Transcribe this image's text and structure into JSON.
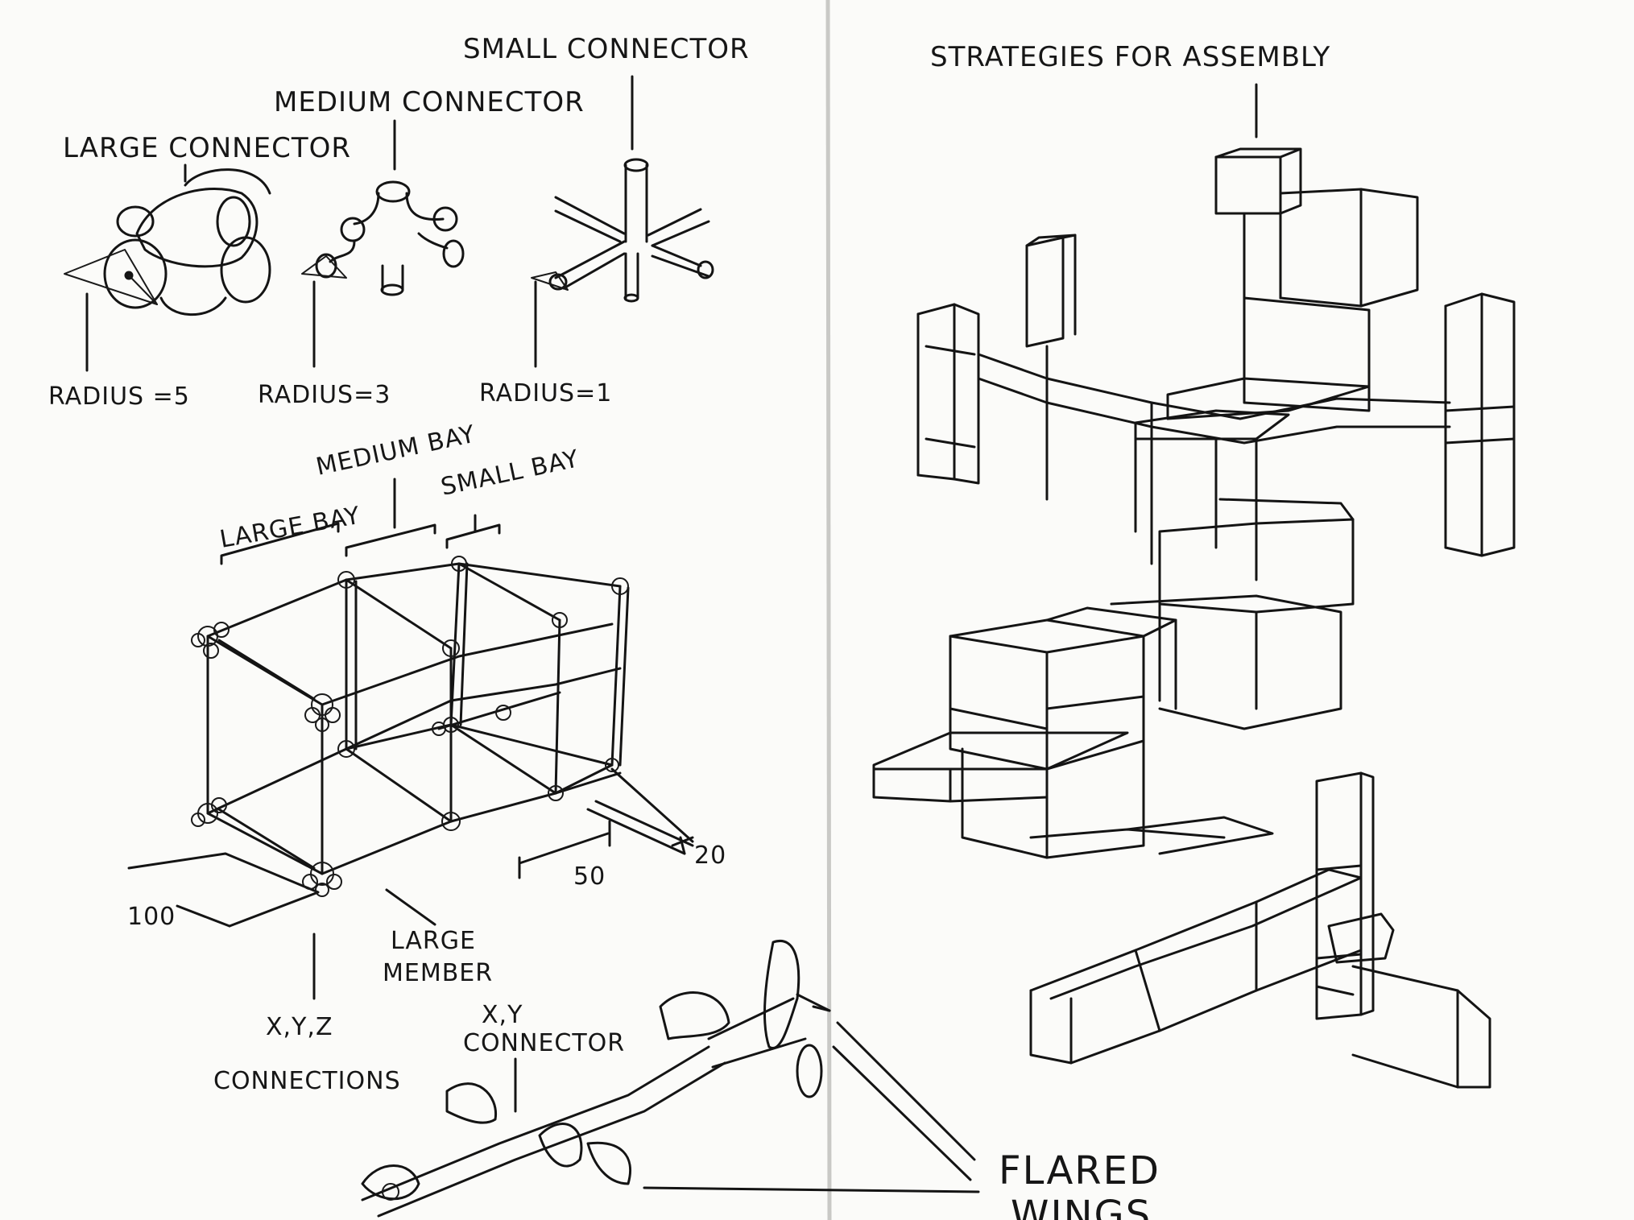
{
  "labels": {
    "small_connector": "SMALL CONNECTOR",
    "medium_connector": "MEDIUM CONNECTOR",
    "large_connector": "LARGE CONNECTOR",
    "radius_large": "RADIUS =5",
    "radius_medium": "RADIUS=3",
    "radius_small": "RADIUS=1",
    "medium_bay": "MEDIUM BAY",
    "small_bay": "SMALL BAY",
    "large_bay": "LARGE BAY",
    "dim_100": "100",
    "dim_50": "50",
    "dim_20": "20",
    "large_member_line1": "LARGE",
    "large_member_line2": "MEMBER",
    "xyz_line1": "X,Y,Z",
    "xyz_line2": "CONNECTIONS",
    "xy_line1": "X,Y",
    "xy_line2": "CONNECTOR",
    "strategies": "STRATEGIES FOR ASSEMBLY",
    "flared_line1": "FLARED",
    "flared_line2": "WINGS"
  },
  "colors": {
    "ink": "#141414",
    "paper": "#fbfbf9",
    "gutter": "#c9c9c6"
  }
}
